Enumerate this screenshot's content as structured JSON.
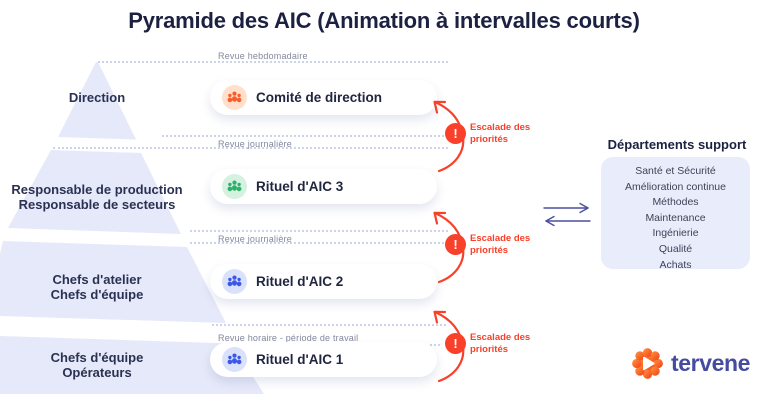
{
  "title": "Pyramide des AIC (Animation à intervalles courts)",
  "pyramid": {
    "levels": [
      {
        "lines": [
          "Direction"
        ]
      },
      {
        "lines": [
          "Responsable de production",
          "Responsable de secteurs"
        ]
      },
      {
        "lines": [
          "Chefs d'atelier",
          "Chefs d'équipe"
        ]
      },
      {
        "lines": [
          "Chefs d'équipe",
          "Opérateurs"
        ]
      }
    ]
  },
  "lanes": [
    {
      "review": "Revue hebdomadaire",
      "ritual": "Comité de direction",
      "icon": "meeting-people-icon",
      "icon_color": "orange"
    },
    {
      "review": "Revue journalière",
      "ritual": "Rituel d'AIC 3",
      "icon": "group-people-icon",
      "icon_color": "green"
    },
    {
      "review": "Revue journalière",
      "ritual": "Rituel d'AIC 2",
      "icon": "group-people-icon",
      "icon_color": "blue"
    },
    {
      "review": "Revue horaire - période de travail",
      "ritual": "Rituel d'AIC 1",
      "icon": "group-people-icon",
      "icon_color": "blue"
    }
  ],
  "escalation": {
    "badge": "!",
    "line1": "Escalade des",
    "line2": "priorités"
  },
  "support": {
    "heading": "Départements support",
    "items": [
      "Santé et Sécurité",
      "Amélioration continue",
      "Méthodes",
      "Maintenance",
      "Ingénierie",
      "Qualité",
      "Achats"
    ]
  },
  "logo": {
    "wordmark": "tervene"
  },
  "colors": {
    "navy": "#1c2142",
    "pyramid_fill": "#e6e9f9",
    "accent_red": "#f8402a",
    "indigo": "#4b4f9d",
    "support_box": "#e9ecfb",
    "icon_orange": "#f95d2a",
    "icon_green": "#2eaf6b",
    "icon_blue": "#3a57e8",
    "logo_orange": "#f4431a"
  }
}
